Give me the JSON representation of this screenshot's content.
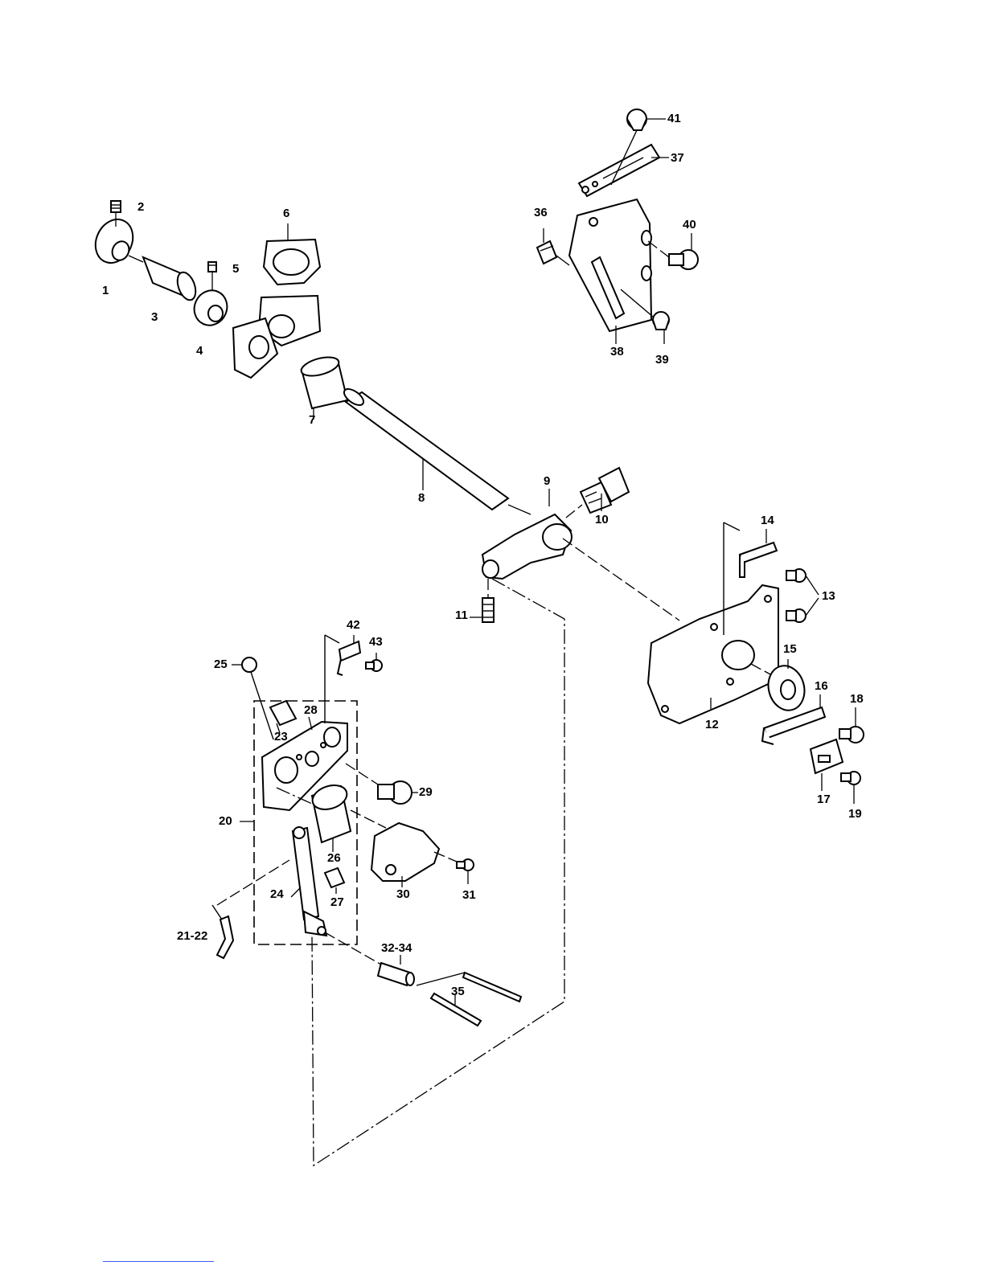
{
  "callouts": [
    {
      "id": "c1",
      "text": "1"
    },
    {
      "id": "c2",
      "text": "2"
    },
    {
      "id": "c3",
      "text": "3"
    },
    {
      "id": "c4",
      "text": "4"
    },
    {
      "id": "c5",
      "text": "5"
    },
    {
      "id": "c6",
      "text": "6"
    },
    {
      "id": "c7",
      "text": "7"
    },
    {
      "id": "c8",
      "text": "8"
    },
    {
      "id": "c9",
      "text": "9"
    },
    {
      "id": "c10",
      "text": "10"
    },
    {
      "id": "c11",
      "text": "11"
    },
    {
      "id": "c12",
      "text": "12"
    },
    {
      "id": "c13",
      "text": "13"
    },
    {
      "id": "c14",
      "text": "14"
    },
    {
      "id": "c15",
      "text": "15"
    },
    {
      "id": "c16",
      "text": "16"
    },
    {
      "id": "c17",
      "text": "17"
    },
    {
      "id": "c18",
      "text": "18"
    },
    {
      "id": "c19",
      "text": "19"
    },
    {
      "id": "c20",
      "text": "20"
    },
    {
      "id": "c21",
      "text": "21-22"
    },
    {
      "id": "c23",
      "text": "23"
    },
    {
      "id": "c24",
      "text": "24"
    },
    {
      "id": "c25",
      "text": "25"
    },
    {
      "id": "c26",
      "text": "26"
    },
    {
      "id": "c27",
      "text": "27"
    },
    {
      "id": "c28",
      "text": "28"
    },
    {
      "id": "c29",
      "text": "29"
    },
    {
      "id": "c30",
      "text": "30"
    },
    {
      "id": "c31",
      "text": "31"
    },
    {
      "id": "c32",
      "text": "32-34"
    },
    {
      "id": "c35",
      "text": "35"
    },
    {
      "id": "c36",
      "text": "36"
    },
    {
      "id": "c37",
      "text": "37"
    },
    {
      "id": "c38",
      "text": "38"
    },
    {
      "id": "c39",
      "text": "39"
    },
    {
      "id": "c40",
      "text": "40"
    },
    {
      "id": "c41",
      "text": "41"
    },
    {
      "id": "c42",
      "text": "42"
    },
    {
      "id": "c43",
      "text": "43"
    }
  ],
  "colors": {
    "ink": "#000000",
    "paper": "#ffffff",
    "link_underline": "#3c5cff"
  }
}
